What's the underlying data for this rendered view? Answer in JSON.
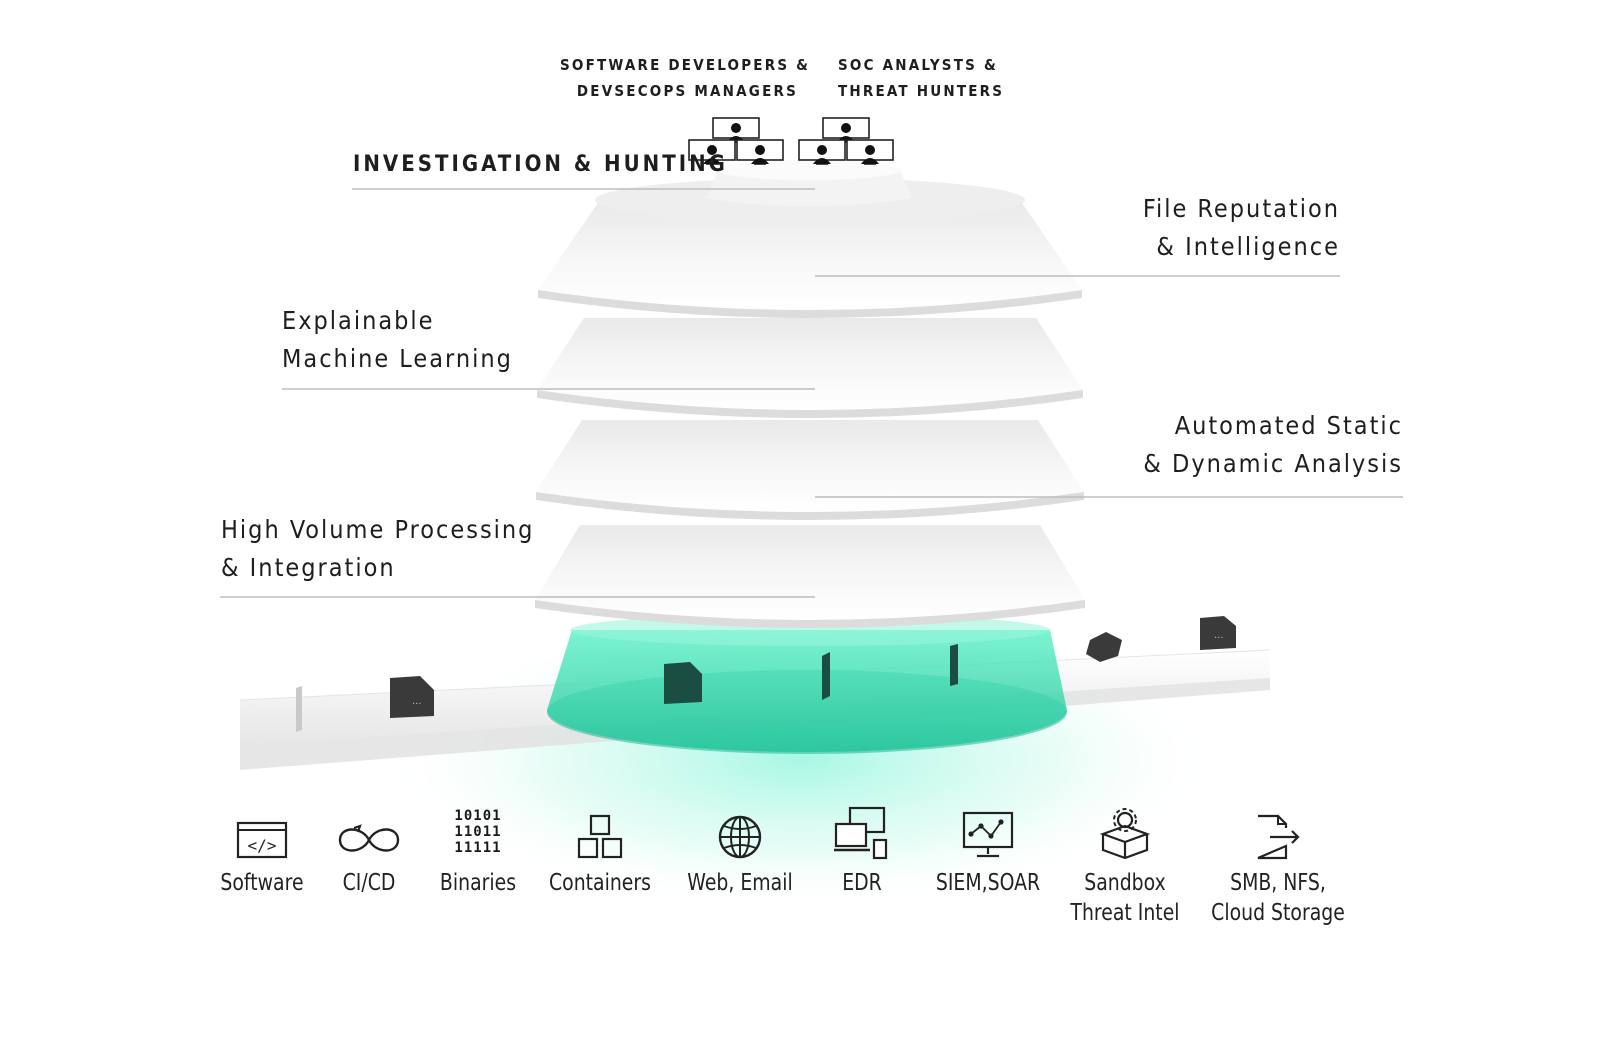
{
  "audiences": [
    {
      "line1": "SOFTWARE DEVELOPERS &",
      "line2": "DEVSECOPS MANAGERS"
    },
    {
      "line1": "SOC ANALYSTS &",
      "line2": "THREAT HUNTERS"
    }
  ],
  "layers": {
    "investigation": "INVESTIGATION & HUNTING",
    "file_reputation": {
      "line1": "File Reputation",
      "line2": "& Intelligence"
    },
    "explainable_ml": {
      "line1": "Explainable",
      "line2": "Machine Learning"
    },
    "static_dynamic": {
      "line1": "Automated Static",
      "line2": "& Dynamic Analysis"
    },
    "high_volume": {
      "line1": "High Volume Processing",
      "line2": "& Integration"
    }
  },
  "sources": [
    {
      "icon": "code-window-icon",
      "line1": "Software",
      "line2": ""
    },
    {
      "icon": "infinity-loop-icon",
      "line1": "CI/CD",
      "line2": ""
    },
    {
      "icon": "binary-digits-icon",
      "line1": "Binaries",
      "line2": "",
      "digits": [
        "10101",
        "11011",
        "11111"
      ]
    },
    {
      "icon": "stacked-boxes-icon",
      "line1": "Containers",
      "line2": ""
    },
    {
      "icon": "globe-icon",
      "line1": "Web, Email",
      "line2": ""
    },
    {
      "icon": "devices-icon",
      "line1": "EDR",
      "line2": ""
    },
    {
      "icon": "monitor-graph-icon",
      "line1": "SIEM,SOAR",
      "line2": ""
    },
    {
      "icon": "gear-box-icon",
      "line1": "Sandbox",
      "line2": "Threat Intel"
    },
    {
      "icon": "file-export-icon",
      "line1": "SMB, NFS,",
      "line2": "Cloud Storage"
    }
  ],
  "colors": {
    "accent": "#3ee0b8",
    "accent_dark": "#1fb894",
    "layer": "#f4f4f4",
    "text": "#1e1e1e"
  }
}
